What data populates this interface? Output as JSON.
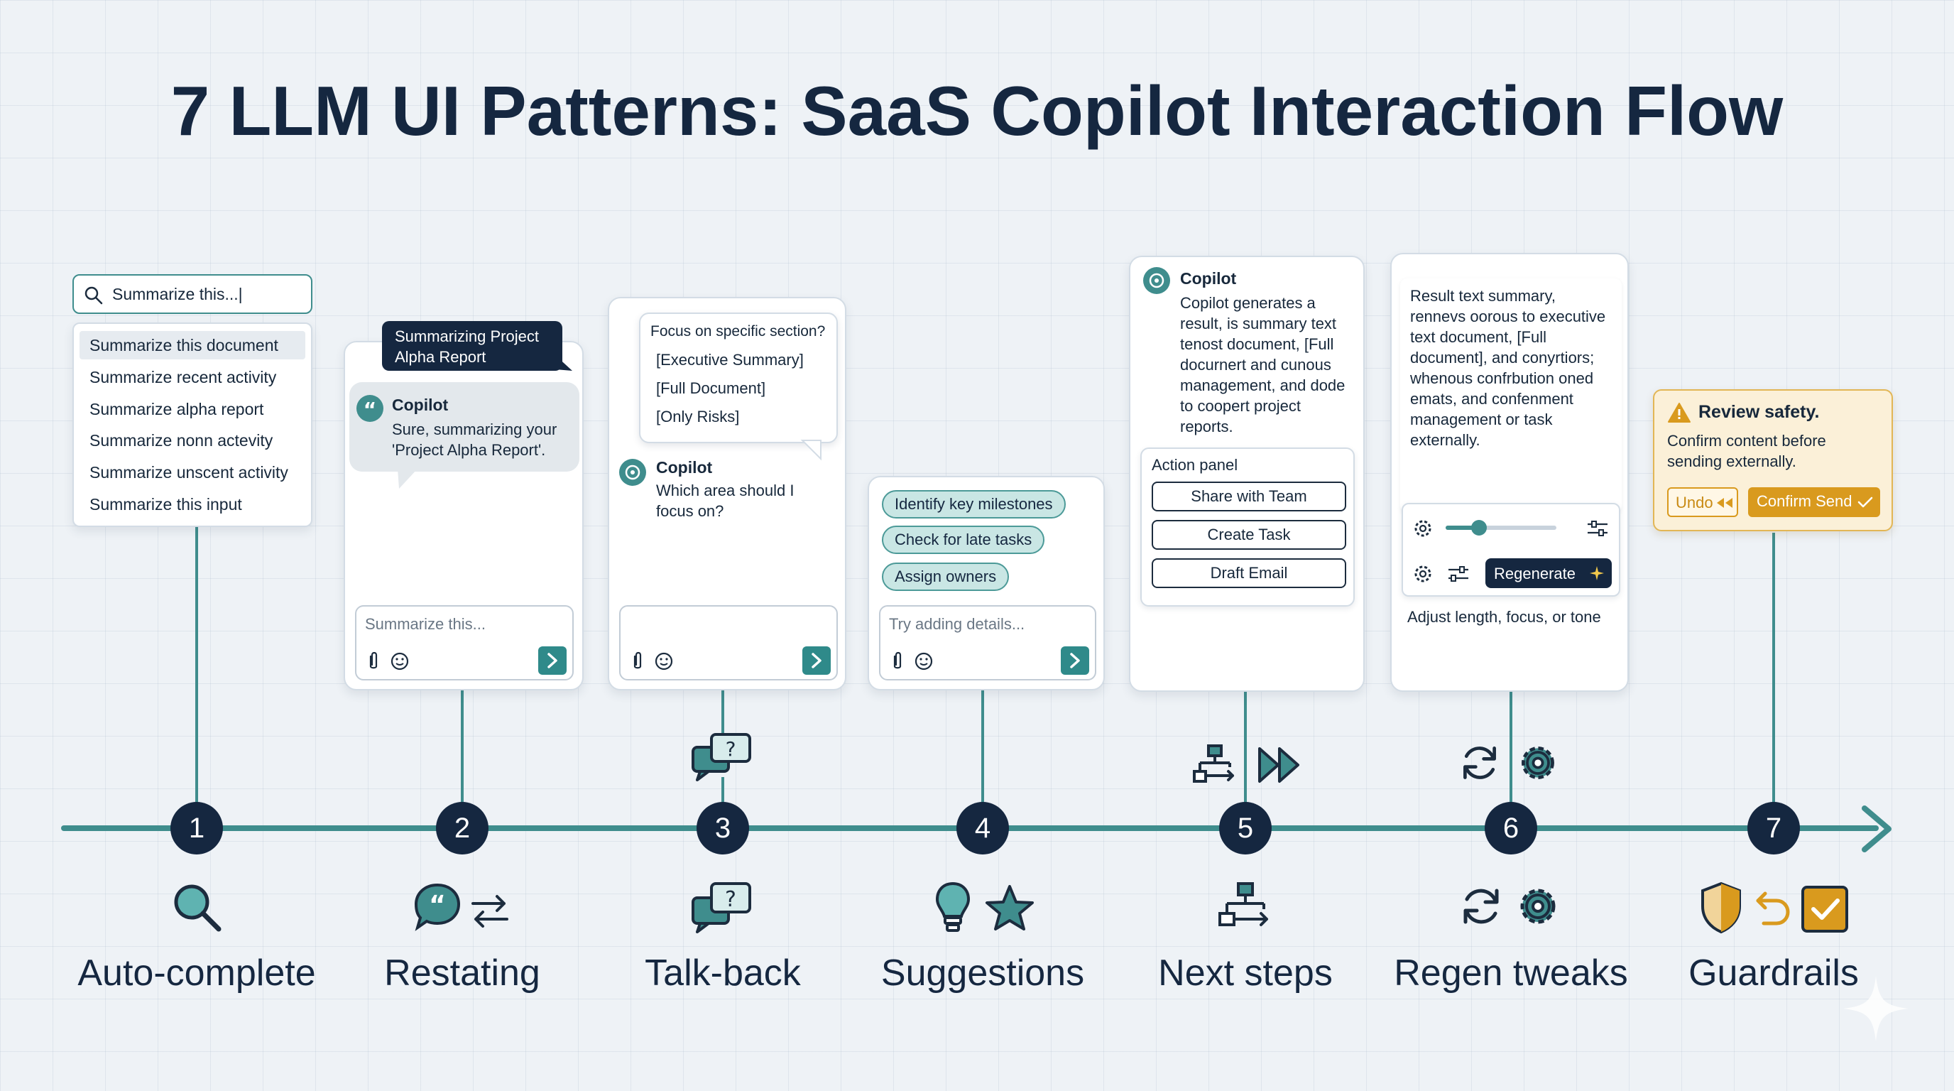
{
  "title": "7 LLM UI Patterns: SaaS Copilot Interaction Flow",
  "colors": {
    "accent": "#3f8d8d",
    "navy": "#152740",
    "warning": "#d99a1e",
    "chip": "#c9e6e4"
  },
  "patterns": [
    {
      "number": "1",
      "label": "Auto-complete"
    },
    {
      "number": "2",
      "label": "Restating"
    },
    {
      "number": "3",
      "label": "Talk-back"
    },
    {
      "number": "4",
      "label": "Suggestions"
    },
    {
      "number": "5",
      "label": "Next steps"
    },
    {
      "number": "6",
      "label": "Regen tweaks"
    },
    {
      "number": "7",
      "label": "Guardrails"
    }
  ],
  "autocomplete": {
    "query": "Summarize this...|",
    "options": [
      "Summarize this document",
      "Summarize recent activity",
      "Summarize alpha report",
      "Summarize nonn actevity",
      "Summarize unscent activity",
      "Summarize this input"
    ]
  },
  "restating": {
    "tooltip": "Summarizing Project Alpha Report",
    "sender": "Copilot",
    "message": "Sure, summarizing your 'Project Alpha Report'.",
    "input_placeholder": "Summarize this..."
  },
  "talkback": {
    "prompt": "Focus on specific section?",
    "options": [
      "[Executive Summary]",
      "[Full Document]",
      "[Only Risks]"
    ],
    "sender": "Copilot",
    "message": "Which area should I focus on?"
  },
  "suggestions": {
    "chips": [
      "Identify key milestones",
      "Check for late tasks",
      "Assign owners"
    ],
    "input_placeholder": "Try adding details..."
  },
  "nextsteps": {
    "sender": "Copilot",
    "message": "Copilot generates a result, is summary text tenost document, [Full docurnert and cunous management, and dode to coopert project reports.",
    "panel_title": "Action panel",
    "actions": [
      "Share with Team",
      "Create Task",
      "Draft Email"
    ]
  },
  "regen": {
    "result_text": "Result text summary, rennevs oorous to executive text document, [Full document], and conyrtiors; whenous confrbution oned emats, and confenment management or task externally.",
    "button": "Regenerate",
    "caption": "Adjust length, focus, or tone",
    "slider_value": 0.3
  },
  "guardrails": {
    "heading": "Review safety.",
    "message": "Confirm content before sending externally.",
    "undo": "Undo",
    "confirm": "Confirm Send"
  }
}
